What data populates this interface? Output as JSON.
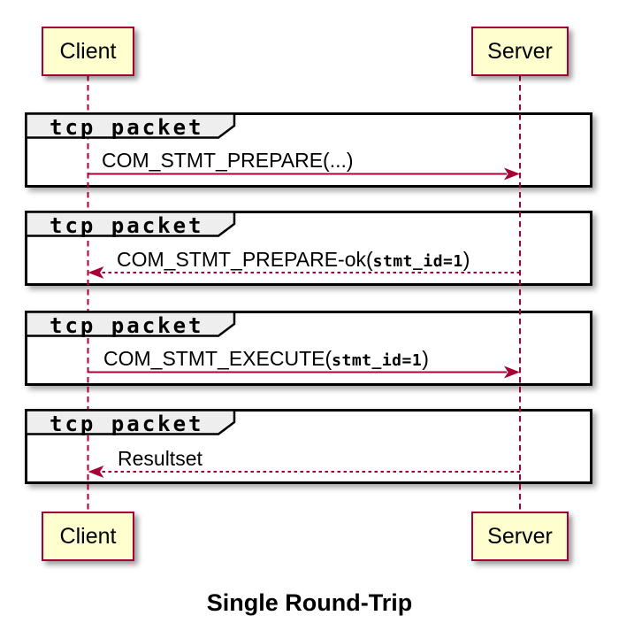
{
  "diagram": {
    "title": "Single Round-Trip",
    "participants": [
      {
        "name": "Client"
      },
      {
        "name": "Server"
      }
    ],
    "groups": [
      {
        "label": "tcp packet",
        "message": {
          "prefix": "COM_STMT_PREPARE(...)",
          "mono": "",
          "suffix": "",
          "from": "Client",
          "to": "Server",
          "line_style": "solid"
        }
      },
      {
        "label": "tcp packet",
        "message": {
          "prefix": "COM_STMT_PREPARE-ok(",
          "mono": "stmt_id=1",
          "suffix": ")",
          "from": "Server",
          "to": "Client",
          "line_style": "dashed"
        }
      },
      {
        "label": "tcp packet",
        "message": {
          "prefix": "COM_STMT_EXECUTE(",
          "mono": "stmt_id=1",
          "suffix": ")",
          "from": "Client",
          "to": "Server",
          "line_style": "solid"
        }
      },
      {
        "label": "tcp packet",
        "message": {
          "prefix": "Resultset",
          "mono": "",
          "suffix": "",
          "from": "Server",
          "to": "Client",
          "line_style": "dashed"
        }
      }
    ],
    "colors": {
      "accent": "#A80036",
      "participant_fill": "#FEFECE",
      "frame_header_fill": "#EEEEEE",
      "frame_border": "#000000",
      "text": "#000000"
    }
  }
}
